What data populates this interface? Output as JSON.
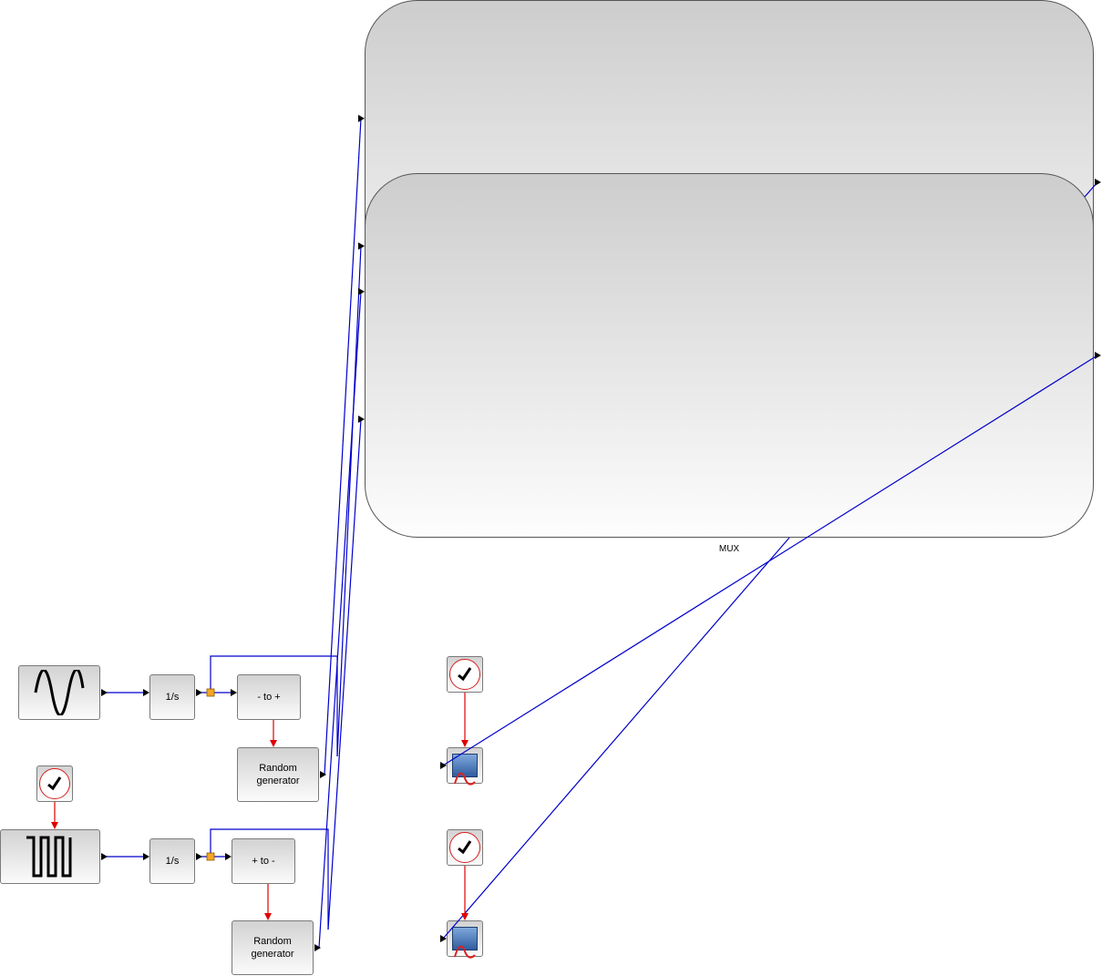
{
  "diagram": {
    "mux_label": "MUX",
    "blocks": {
      "integrator_1": "1/s",
      "integrator_2": "1/s",
      "sign_converter_1": "- to +",
      "sign_converter_2": "+ to -",
      "random_generator_1": "Random\ngenerator",
      "random_generator_2": "Random\ngenerator"
    }
  },
  "colors": {
    "data_link": "#0000cc",
    "event_link": "#e00000",
    "split_point": "#f5a623"
  },
  "icons": {
    "sine_source": "sine-wave-icon",
    "square_source": "square-wave-icon",
    "clock": "clock-icon",
    "scope": "scope-icon"
  }
}
